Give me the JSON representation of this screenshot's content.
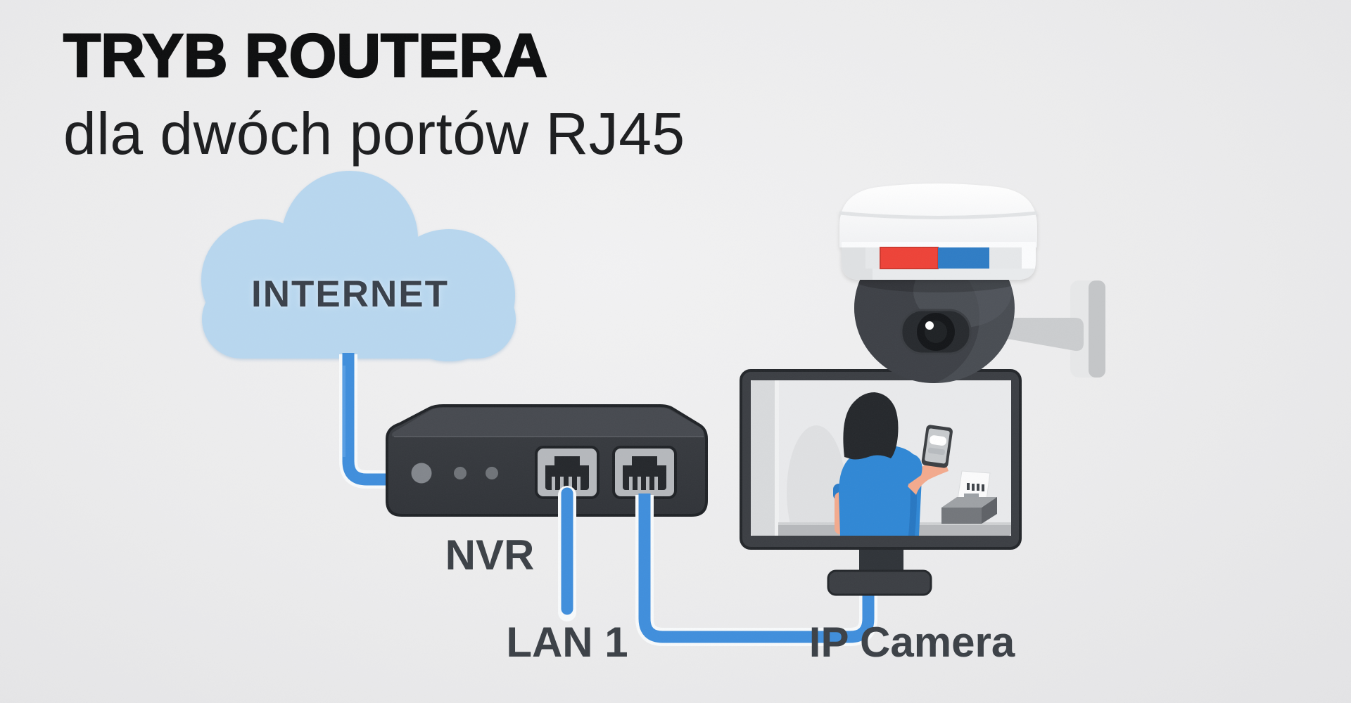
{
  "title": "TRYB ROUTERA",
  "subtitle": "dla dwóch portów RJ45",
  "labels": {
    "internet": "INTERNET",
    "nvr": "NVR",
    "lan1": "LAN 1",
    "ip_camera": "IP Camera"
  },
  "diagram": {
    "nodes": [
      "internet-cloud",
      "nvr-recorder",
      "dome-camera",
      "monitor-with-ip-camera-view"
    ],
    "connections": [
      {
        "from": "internet-cloud",
        "to": "nvr-wan-side",
        "type": "ethernet-cable"
      },
      {
        "from": "nvr-port-lan1",
        "to": "lan1-stub",
        "type": "ethernet-cable"
      },
      {
        "from": "nvr-port-lan2",
        "to": "ip-camera-monitor",
        "type": "ethernet-cable"
      }
    ]
  },
  "colors": {
    "background": "#ededee",
    "cloud_fill": "#b8d7ef",
    "cable_blue": "#3f8edc",
    "cable_outline": "#f8fafb",
    "device_body": "#35383d",
    "device_top": "#46494f",
    "port_bezel": "#b5b8bc",
    "label_text": "#3b4046",
    "camera_white": "#ffffff",
    "camera_stripe_red": "#ee4237",
    "camera_stripe_blue": "#2e7cc5",
    "dome_gray": "#484c52",
    "monitor_bezel": "#3b3e43",
    "screen_wall": "#e9eaec",
    "shirt_blue": "#2f87d5",
    "skin_tone": "#f3aa8d",
    "hair_black": "#24272b",
    "bracket_gray": "#cbcdcf"
  }
}
